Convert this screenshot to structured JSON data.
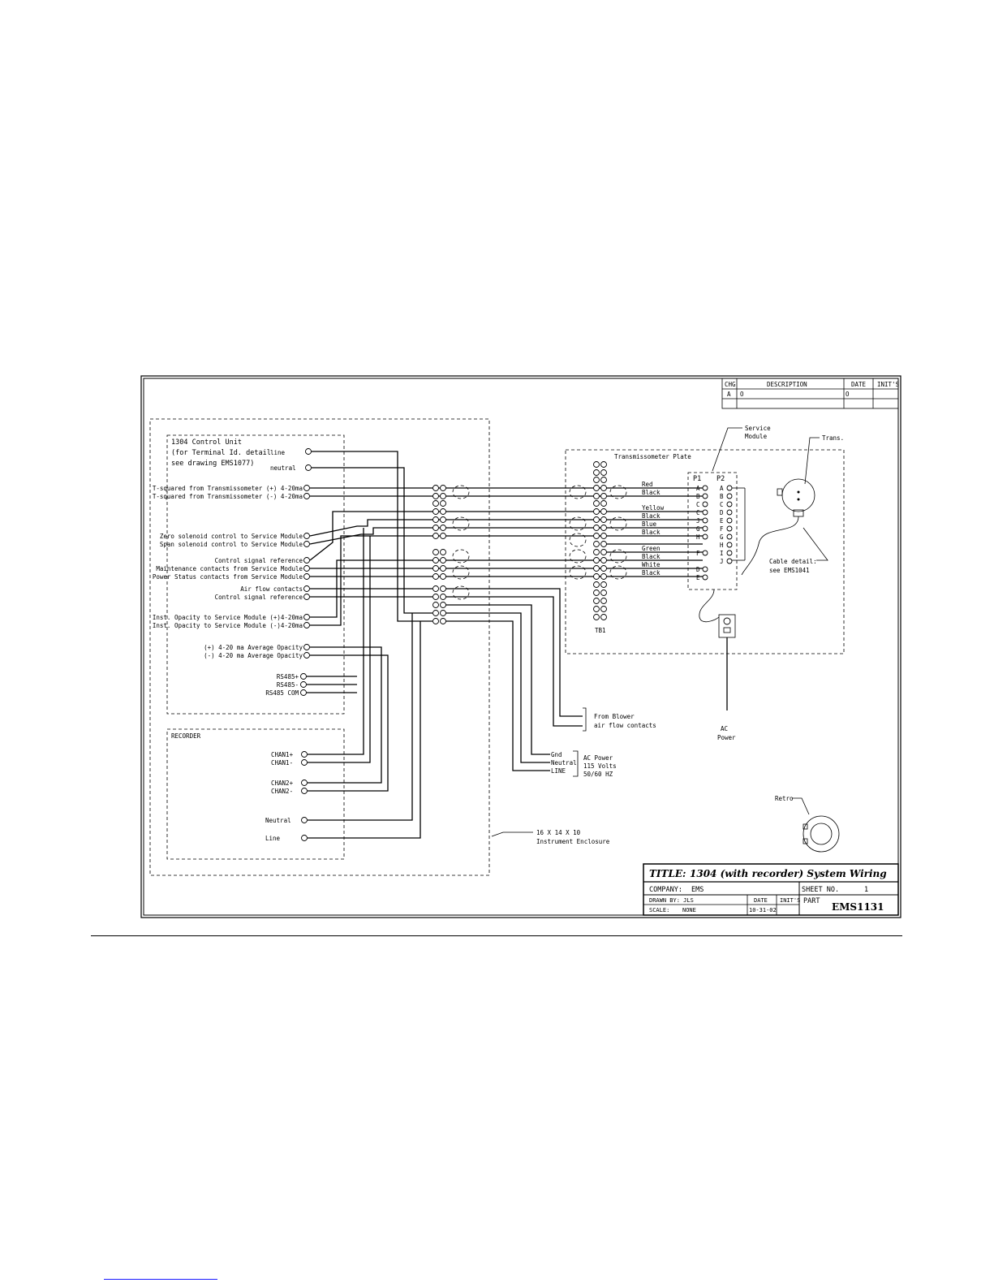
{
  "revision_table": {
    "headers": [
      "CHG",
      "DESCRIPTION",
      "DATE",
      "INIT'S"
    ],
    "row": [
      "A",
      "O",
      "O",
      ""
    ]
  },
  "control_unit": {
    "title_lines": [
      "1304 Control Unit",
      "(for Terminal Id. detail",
      "see drawing EMS1077)"
    ],
    "line_label": "line",
    "neutral_label": "neutral",
    "signals": [
      "T-squared from Transmissometer (+) 4-20ma",
      "T-squared from Transmissometer (-) 4-20ma",
      "Zero solenoid control to Service Module",
      "Span solenoid control to Service Module",
      "Control signal reference",
      "Maintenance contacts from Service Module",
      "Power Status contacts from Service Module",
      "Air flow contacts",
      "Control signal reference",
      "Inst. Opacity to Service Module (+)4-20ma",
      "Inst. Opacity to Service Module (-)4-20ma",
      "(+) 4-20 ma Average Opacity",
      "(-) 4-20 ma Average Opacity",
      "RS485+",
      "RS485-",
      "RS485 COM"
    ]
  },
  "recorder": {
    "title": "RECORDER",
    "channels": [
      "CHAN1+",
      "CHAN1-",
      "CHAN2+",
      "CHAN2-"
    ],
    "neutral_label": "Neutral",
    "line_label": "Line"
  },
  "transmissometer": {
    "plate_label": "Transmissometer Plate",
    "tb_label": "TB1",
    "service_module_label": [
      "Service",
      "Module"
    ],
    "trans_label": "Trans.",
    "p1_label": "P1",
    "p2_label": "P2",
    "p1_pins": [
      "A",
      "B",
      "C",
      "C",
      "J",
      "G",
      "H",
      "F",
      "D",
      "E"
    ],
    "p2_pins": [
      "A",
      "B",
      "C",
      "D",
      "E",
      "F",
      "G",
      "H",
      "I",
      "J"
    ],
    "wire_colors": [
      "Red",
      "Black",
      "Yellow",
      "Black",
      "Blue",
      "Black",
      "Green",
      "Black",
      "White",
      "Black"
    ],
    "cable_detail": [
      "Cable detail:",
      "see EMS1041"
    ],
    "ac_power_label": [
      "AC",
      "Power"
    ],
    "retro_label": "Retro"
  },
  "external": {
    "blower": [
      "From Blower",
      "air flow contacts"
    ],
    "ac_wires": [
      "Gnd",
      "Neutral",
      "LINE"
    ],
    "ac_desc": [
      "AC Power",
      "115 Volts",
      "50/60 HZ"
    ],
    "enclosure": [
      "16 X 14 X 10",
      "Instrument Enclosure"
    ]
  },
  "title_block": {
    "title_label": "TITLE:",
    "title_value": "1304 (with recorder) System Wiring",
    "company_label": "COMPANY:",
    "company_value": "EMS",
    "sheet_label": "SHEET NO.",
    "sheet_value": "1",
    "drawn_label": "DRAWN BY: JLS",
    "scale_label": "SCALE:",
    "scale_value": "NONE",
    "date_label": "DATE",
    "date_value": "10-31-02",
    "inits_label": "INIT'S",
    "part_label": "PART",
    "part_value": "EMS1131"
  }
}
